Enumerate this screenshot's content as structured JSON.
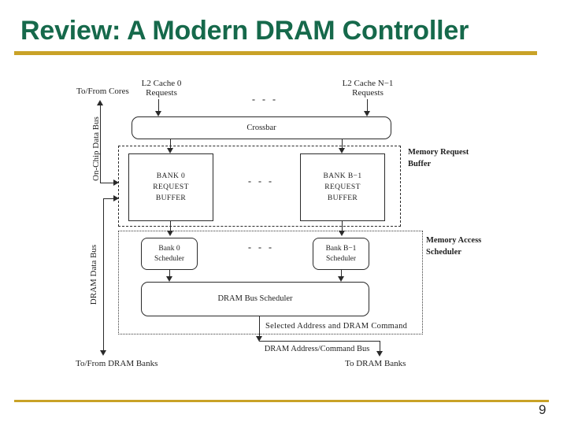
{
  "slide": {
    "title": "Review: A Modern DRAM Controller",
    "page_number": "9",
    "colors": {
      "title_green": "#16694B",
      "accent_gold": "#C9A227"
    }
  },
  "diagram": {
    "to_from_cores": "To/From Cores",
    "l2_cache_0": {
      "line1": "L2 Cache 0",
      "line2": "Requests"
    },
    "l2_cache_n": {
      "line1": "L2 Cache N−1",
      "line2": "Requests"
    },
    "dots": "- - -",
    "crossbar": "Crossbar",
    "on_chip_data_bus": "On-Chip Data Bus",
    "dram_data_bus": "DRAM Data Bus",
    "memory_request_buffer": {
      "line1": "Memory Request",
      "line2": "Buffer"
    },
    "bank0_request": {
      "line1": "BANK 0",
      "line2": "REQUEST",
      "line3": "BUFFER"
    },
    "bankb_request": {
      "line1": "BANK B−1",
      "line2": "REQUEST",
      "line3": "BUFFER"
    },
    "memory_access_scheduler": {
      "line1": "Memory Access",
      "line2": "Scheduler"
    },
    "bank0_scheduler": {
      "line1": "Bank 0",
      "line2": "Scheduler"
    },
    "bankb_scheduler": {
      "line1": "Bank B−1",
      "line2": "Scheduler"
    },
    "dram_bus_scheduler": "DRAM Bus Scheduler",
    "selected_address": "Selected Address and DRAM Command",
    "dram_addr_cmd_bus": "DRAM Address/Command Bus",
    "to_from_dram_banks": "To/From DRAM Banks",
    "to_dram_banks": "To DRAM Banks"
  }
}
